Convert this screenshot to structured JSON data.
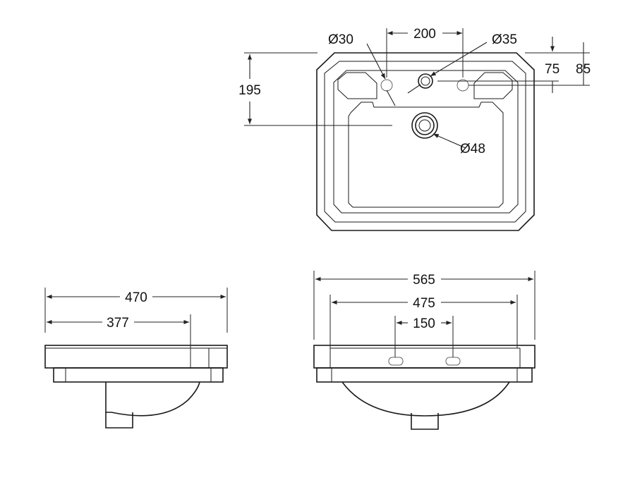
{
  "dimensions": {
    "tap_hole_dia": "Ø30",
    "tap_centres_top": "200",
    "centre_hole_dia": "Ø35",
    "hole_offset_75": "75",
    "hole_offset_85": "85",
    "overall_depth_top": "195",
    "waste_dia": "Ø48",
    "side_depth_470": "470",
    "side_depth_377": "377",
    "front_width_565": "565",
    "front_inner_475": "475",
    "front_tap_centres_150": "150"
  },
  "colors": {
    "line": "#1a1a1a",
    "background": "#ffffff"
  }
}
